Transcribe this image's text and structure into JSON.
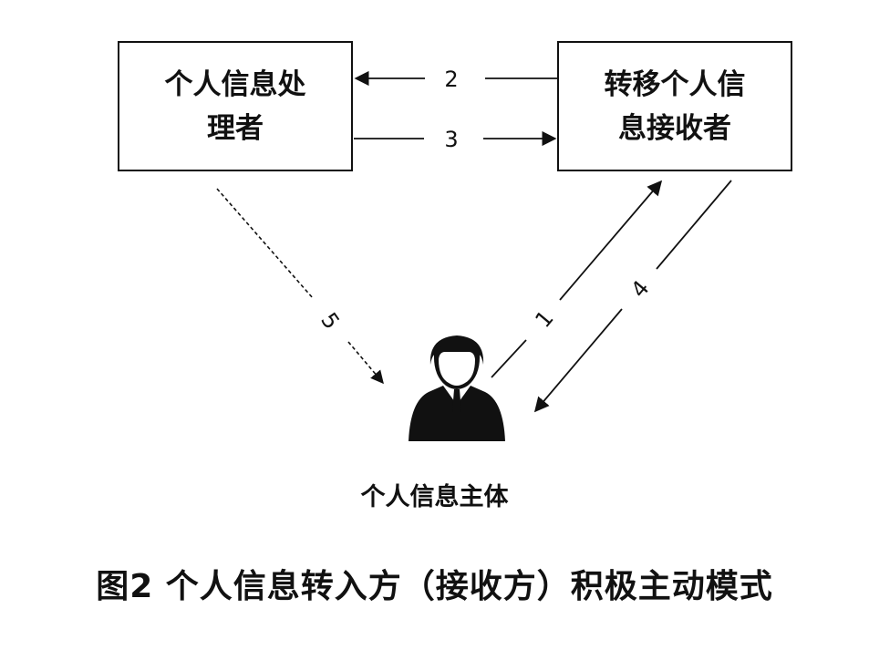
{
  "nodes": {
    "processor": "个人信息处\n理者",
    "recipient": "转移个人信\n息接收者",
    "subject": "个人信息主体"
  },
  "edges": {
    "e1": "1",
    "e2": "2",
    "e3": "3",
    "e4": "4",
    "e5": "5"
  },
  "caption": "图2  个人信息转入方（接收方）积极主动模式",
  "colors": {
    "stroke": "#111111",
    "background": "#ffffff"
  },
  "icons": {
    "subject": "person-in-suit-icon"
  }
}
